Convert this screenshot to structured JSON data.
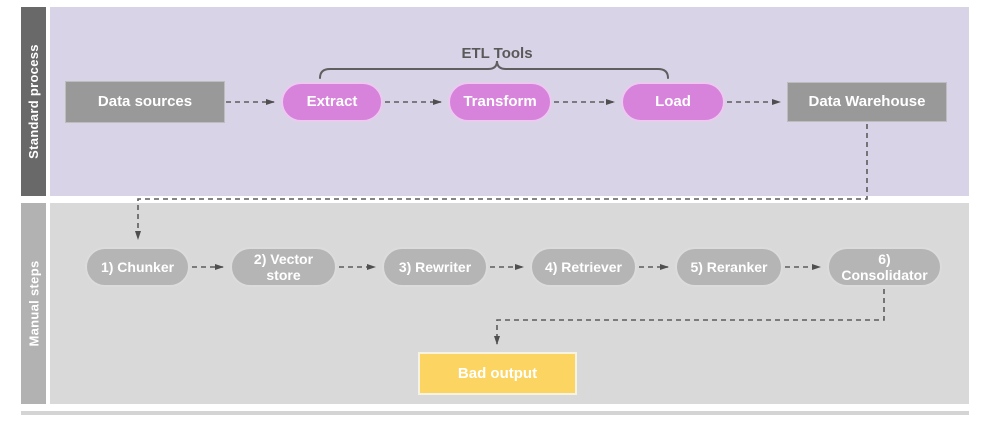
{
  "annotations": {
    "etl_tools_label": "ETL Tools"
  },
  "lanes": [
    {
      "label": "Standard process"
    },
    {
      "label": "Manual steps"
    }
  ],
  "standard_process": {
    "nodes": [
      {
        "id": "data-sources",
        "label": "Data sources",
        "shape": "rect"
      },
      {
        "id": "extract",
        "label": "Extract",
        "shape": "pill"
      },
      {
        "id": "transform",
        "label": "Transform",
        "shape": "pill"
      },
      {
        "id": "load",
        "label": "Load",
        "shape": "pill"
      },
      {
        "id": "data-warehouse",
        "label": "Data Warehouse",
        "shape": "rect"
      }
    ]
  },
  "manual_steps": {
    "nodes": [
      {
        "id": "chunker",
        "label": "1) Chunker",
        "shape": "pill"
      },
      {
        "id": "vector-store",
        "label": "2) Vector store",
        "shape": "pill"
      },
      {
        "id": "rewriter",
        "label": "3) Rewriter",
        "shape": "pill"
      },
      {
        "id": "retriever",
        "label": "4) Retriever",
        "shape": "pill"
      },
      {
        "id": "reranker",
        "label": "5) Reranker",
        "shape": "pill"
      },
      {
        "id": "consolidator",
        "label": "6) Consolidator",
        "shape": "pill"
      },
      {
        "id": "bad-output",
        "label": "Bad output",
        "shape": "rect"
      }
    ]
  },
  "edges": [
    [
      "Data sources",
      "Extract"
    ],
    [
      "Extract",
      "Transform"
    ],
    [
      "Transform",
      "Load"
    ],
    [
      "Load",
      "Data Warehouse"
    ],
    [
      "Data Warehouse",
      "1) Chunker"
    ],
    [
      "1) Chunker",
      "2) Vector store"
    ],
    [
      "2) Vector store",
      "3) Rewriter"
    ],
    [
      "3) Rewriter",
      "4) Retriever"
    ],
    [
      "4) Retriever",
      "5) Reranker"
    ],
    [
      "5) Reranker",
      "6) Consolidator"
    ],
    [
      "6) Consolidator",
      "Bad output"
    ]
  ],
  "colors": {
    "standard_lane_header": "#696969",
    "standard_lane_body": "#d9d3e8",
    "manual_lane_header": "#b2b2b2",
    "manual_lane_body": "#d9d9d9",
    "etl_pill": "#d783dc",
    "gray_box": "#999999",
    "gray_pill": "#b5b5b5",
    "bad_output_box": "#fcd462",
    "connector": "#5c5c5c",
    "node_text": "#ffffff"
  }
}
